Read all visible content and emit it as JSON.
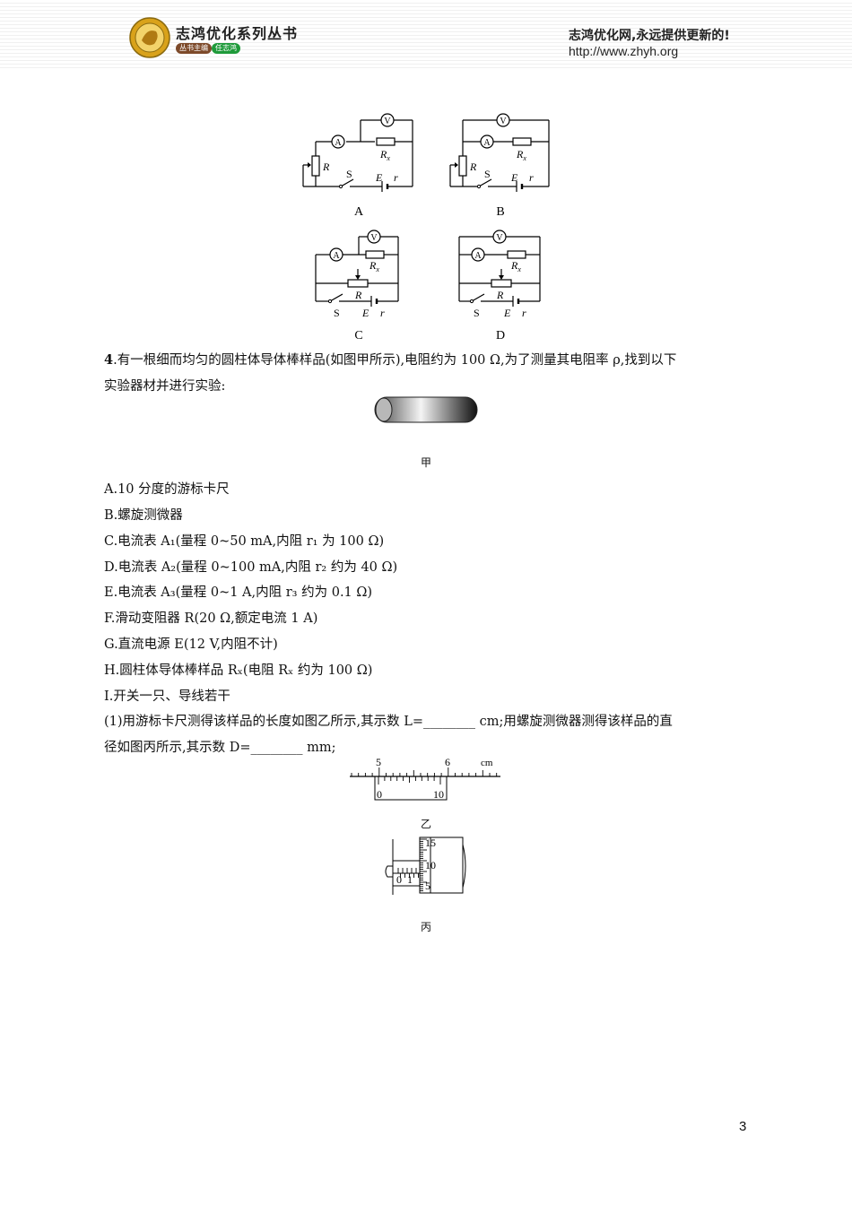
{
  "header": {
    "brand_title": "志鸿优化系列丛书",
    "brand_sub_a": "丛书主编",
    "brand_sub_b": "任志鸿",
    "slogan": "志鸿优化网,永远提供更新的!",
    "url": "http://www.zhyh.org"
  },
  "circuits": {
    "labels": [
      "A",
      "B",
      "C",
      "D"
    ],
    "symbols": {
      "voltmeter": "V",
      "ammeter": "A",
      "resistor": "R",
      "rx": "R",
      "rx_sub": "x",
      "switch": "S",
      "emf": "E",
      "internal": "r"
    }
  },
  "question": {
    "number": "4",
    "line1": ".有一根细而均匀的圆柱体导体棒样品(如图甲所示),电阻约为 100 Ω,为了测量其电阻率 ρ,找到以下",
    "line2": "实验器材并进行实验:",
    "caption_jia": "甲",
    "items": [
      "A.10 分度的游标卡尺",
      "B.螺旋测微器",
      "C.电流表 A₁(量程 0~50 mA,内阻 r₁ 为 100 Ω)",
      "D.电流表 A₂(量程 0~100 mA,内阻 r₂ 约为 40 Ω)",
      "E.电流表 A₃(量程 0~1 A,内阻 r₃ 约为 0.1 Ω)",
      "F.滑动变阻器 R(20 Ω,额定电流 1 A)",
      "G.直流电源 E(12 V,内阻不计)",
      "H.圆柱体导体棒样品 Rₓ(电阻 Rₓ 约为 100 Ω)",
      "I.开关一只、导线若干"
    ],
    "part1_line1": "(1)用游标卡尺测得该样品的长度如图乙所示,其示数 L=________  cm;用螺旋测微器测得该样品的直",
    "part1_line2": "径如图丙所示,其示数 D=________  mm;",
    "caption_yi": "乙",
    "caption_bing": "丙"
  },
  "vernier": {
    "main_labels": [
      "5",
      "6"
    ],
    "unit": "cm",
    "vernier_labels": [
      "0",
      "10"
    ]
  },
  "micrometer": {
    "sleeve_labels": [
      "0",
      "1"
    ],
    "thimble_labels": [
      "15",
      "10",
      "5"
    ]
  },
  "page_number": "3"
}
